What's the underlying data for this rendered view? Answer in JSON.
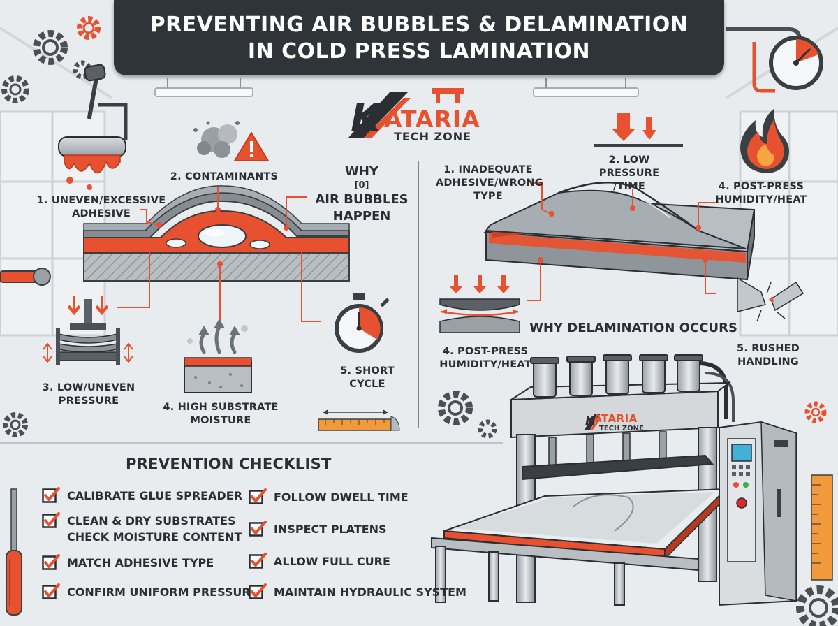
{
  "title": {
    "line1": "PREVENTING AIR BUBBLES & DELAMINATION",
    "line2": "IN COLD PRESS LAMINATION"
  },
  "logo": {
    "brand": "ATARIA",
    "brand_initial": "K",
    "tagline": "TECH ZONE"
  },
  "air_bubbles": {
    "heading_lines": [
      "WHY",
      "[0]",
      "AIR BUBBLES",
      "HAPPEN"
    ],
    "causes": [
      {
        "label_lines": [
          "1. UNEVEN/EXCESSIVE",
          "ADHESIVE"
        ],
        "icon": "glue-roller-icon"
      },
      {
        "label_lines": [
          "2. CONTAMINANTS"
        ],
        "icon": "dust-warning-icon"
      },
      {
        "label_lines": [
          "3. LOW/UNEVEN",
          "PRESSURE"
        ],
        "icon": "press-icon"
      },
      {
        "label_lines": [
          "4. HIGH SUBSTRATE",
          "MOISTURE"
        ],
        "icon": "moisture-icon"
      },
      {
        "label_lines": [
          "5. SHORT",
          "CYCLE"
        ],
        "icon": "stopwatch-icon"
      }
    ]
  },
  "delamination": {
    "heading": "WHY DELAMINATION OCCURS",
    "causes": [
      {
        "label_lines": [
          "1. INADEQUATE",
          "ADHESIVE/WRONG",
          "TYPE"
        ]
      },
      {
        "label_lines": [
          "2. LOW PRESSURE",
          "/TIME"
        ],
        "icon": "pressure-arrows-icon"
      },
      {
        "label_lines": [
          "4. POST-PRESS",
          "HUMIDITY/HEAT"
        ],
        "icon": "flame-icon"
      },
      {
        "label_lines": [
          "4. POST-PRESS",
          "HUMIDITY/HEAT"
        ],
        "icon": "compression-icon"
      },
      {
        "label_lines": [
          "5. RUSHED",
          "HANDLING"
        ],
        "icon": "cracked-edge-icon"
      }
    ]
  },
  "machine": {
    "brand": "ATARIA",
    "brand_initial": "K",
    "tagline": "TECH ZONE"
  },
  "checklist": {
    "title": "PREVENTION CHECKLIST",
    "left": [
      "CALIBRATE GLUE SPREADER",
      "CLEAN & DRY SUBSTRATES|CHECK MOISTURE CONTENT",
      "MATCH ADHESIVE TYPE",
      "CONFIRM UNIFORM PRESSURE"
    ],
    "right": [
      "FOLLOW DWELL TIME",
      "INSPECT PLATENS",
      "ALLOW FULL CURE",
      "MAINTAIN HYDRAULIC SYSTEM"
    ]
  },
  "colors": {
    "accent": "#e8512f",
    "dark": "#2f3438",
    "background": "#e9ecee",
    "steel": "#8e969c"
  }
}
